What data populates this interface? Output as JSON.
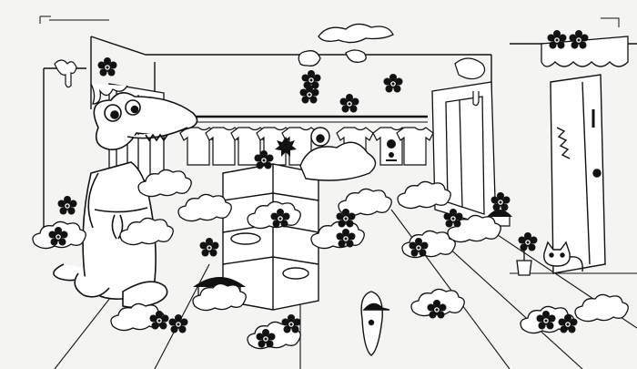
{
  "illustration": {
    "style": "black-and-white line art",
    "background_color": "#f4f4f2",
    "ink_color": "#111111",
    "subjects": [
      "crocodile-character",
      "clothing-rack",
      "t-shirts",
      "flowers",
      "bubble-clouds",
      "display-shelf",
      "mushrooms",
      "dripping-slime",
      "small-cat",
      "bird-with-cap",
      "doorway",
      "bookshelf"
    ]
  }
}
